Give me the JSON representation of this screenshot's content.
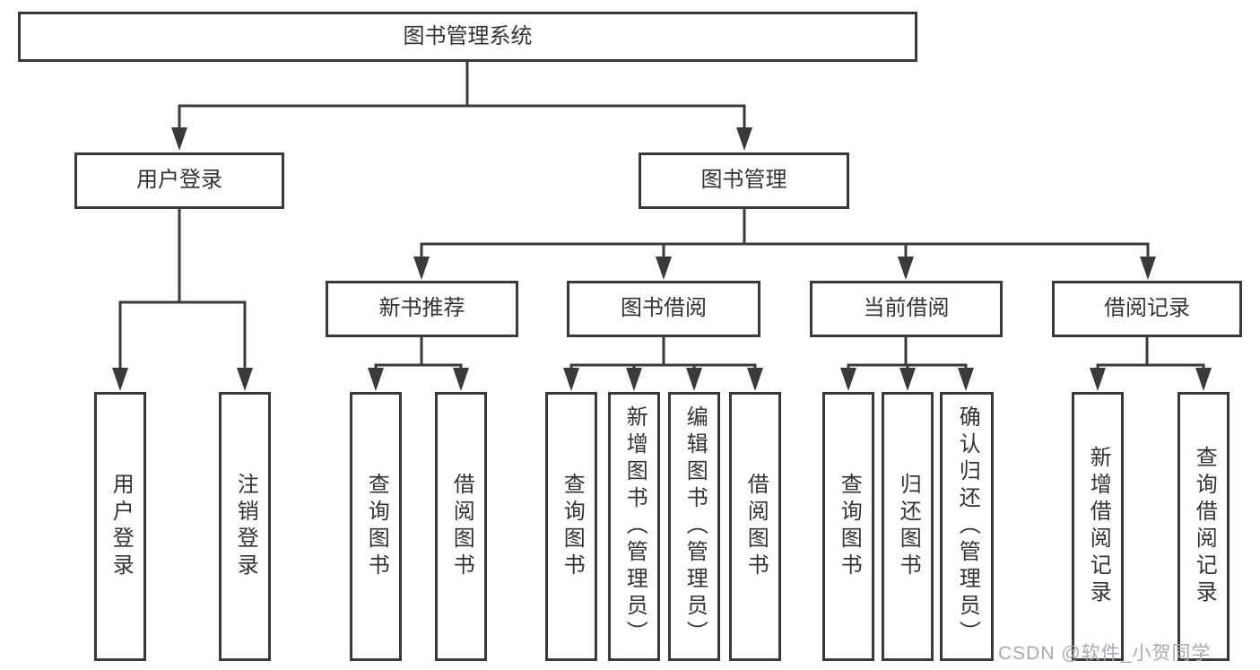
{
  "diagram": {
    "root": "图书管理系统",
    "branches": [
      {
        "label": "用户登录",
        "children": [
          "用户登录",
          "注销登录"
        ]
      },
      {
        "label": "图书管理",
        "children": [
          {
            "label": "新书推荐",
            "children": [
              "查询图书",
              "借阅图书"
            ]
          },
          {
            "label": "图书借阅",
            "children": [
              "查询图书",
              "新增图书（管理员）",
              "编辑图书（管理员）",
              "借阅图书"
            ]
          },
          {
            "label": "当前借阅",
            "children": [
              "查询图书",
              "归还图书",
              "确认归还（管理员）"
            ]
          },
          {
            "label": "借阅记录",
            "children": [
              "新增借阅记录",
              "查询借阅记录"
            ]
          }
        ]
      }
    ]
  },
  "watermark": "CSDN @软件_小贺同学",
  "colors": {
    "line": "#3a3a3a",
    "box_border": "#3a3a3a",
    "text": "#333333",
    "watermark": "#a6abb1",
    "background": "#ffffff"
  }
}
